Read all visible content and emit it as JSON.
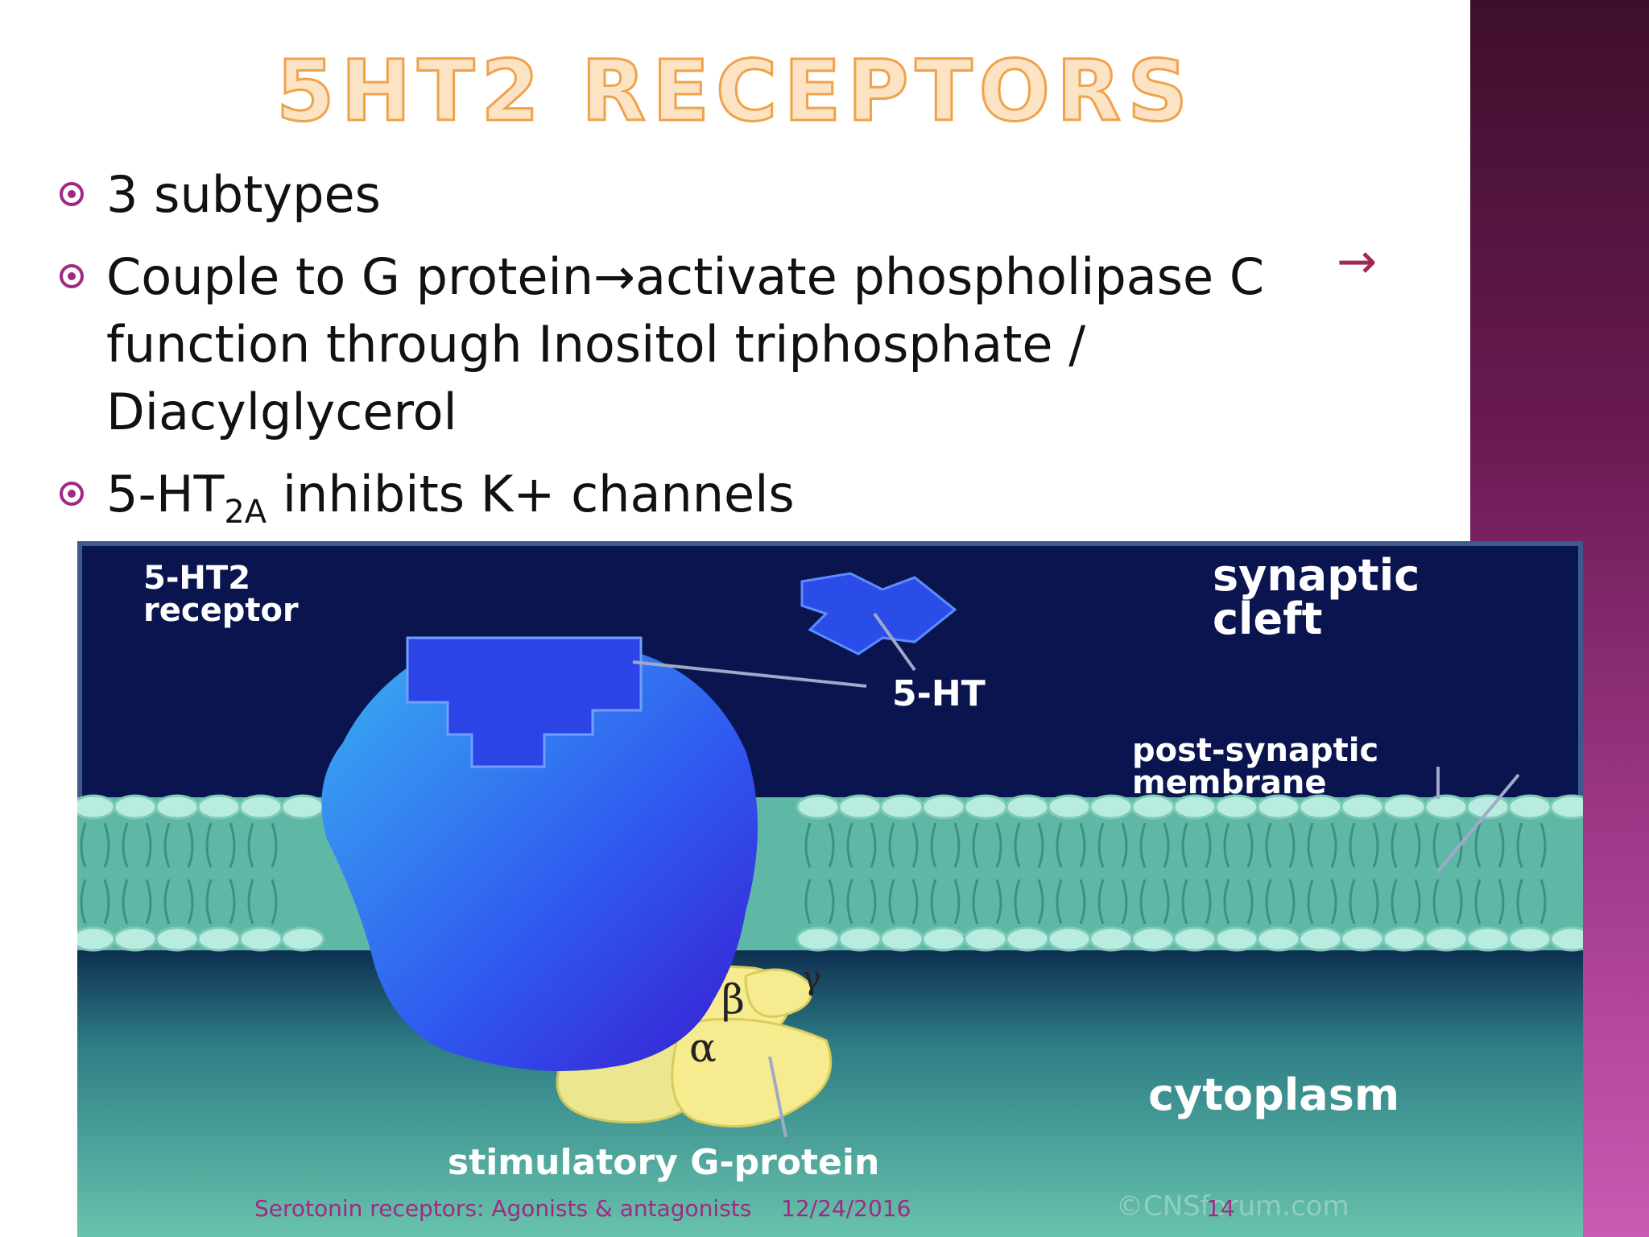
{
  "slide": {
    "title": "5HT2 RECEPTORS",
    "bullets": [
      {
        "text": "3 subtypes"
      },
      {
        "text": "Couple to G protein→activate phospholipase C function through Inositol  triphosphate / Diacylglycerol"
      },
      {
        "prefix": "5-HT",
        "sub": "2A",
        "suffix": " inhibits K+ channels"
      }
    ],
    "arrow_glyph": "→"
  },
  "figure": {
    "label_receptor_line1": "5-HT2",
    "label_receptor_line2": "receptor",
    "label_cleft_line1": "synaptic",
    "label_cleft_line2": "cleft",
    "label_5ht": "5-HT",
    "label_membrane_line1": "post-synaptic",
    "label_membrane_line2": "membrane",
    "label_cytoplasm": "cytoplasm",
    "label_gprotein": "stimulatory G-protein",
    "greek_alpha": "α",
    "greek_beta": "β",
    "greek_gamma": "γ",
    "watermark": "©CNSforum.com",
    "colors": {
      "background": "#0a1550",
      "membrane": "#6cc7b3",
      "receptor": "#2f5ef0",
      "gprotein": "#f6ec8f"
    }
  },
  "footer": {
    "text": "Serotonin receptors: Agonists & antagonists",
    "date": "12/24/2016",
    "page": "14"
  },
  "theme": {
    "accent": "#a02a82",
    "title_fill": "#fbe3c4",
    "title_stroke": "#f0a24a"
  }
}
